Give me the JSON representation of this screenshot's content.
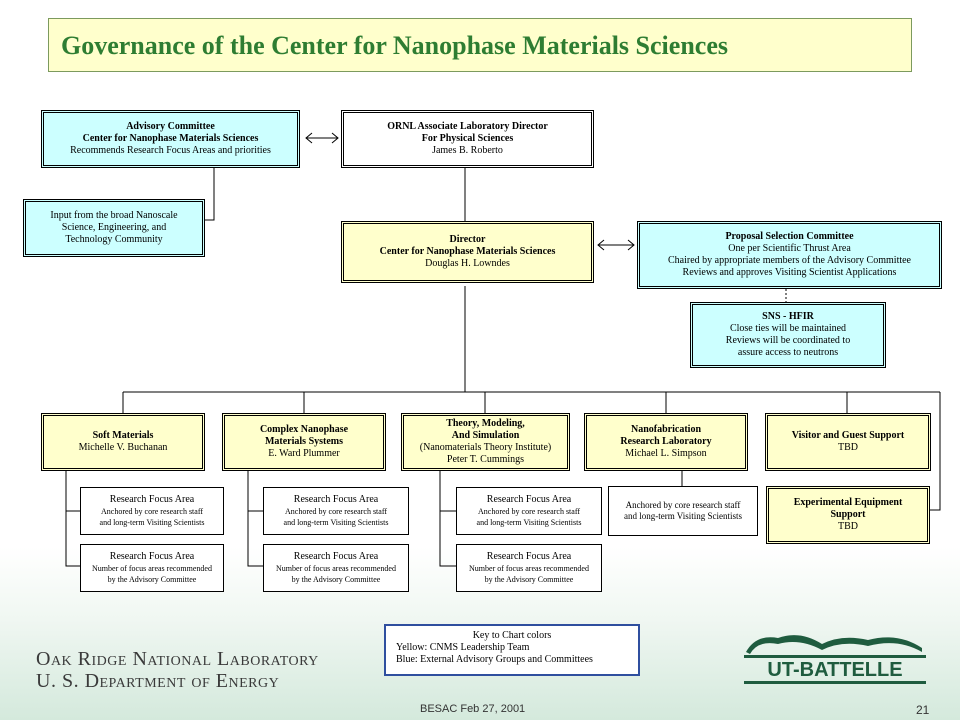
{
  "title": "Governance of the Center for Nanophase Materials Sciences",
  "advisory": [
    "Advisory Committee",
    "Center for Nanophase Materials Sciences",
    "Recommends Research Focus Areas and priorities"
  ],
  "input_box": [
    "Input from the broad Nanoscale",
    "Science, Engineering, and",
    "Technology Community"
  ],
  "ornl_director": [
    "ORNL Associate Laboratory Director",
    "For Physical Sciences",
    "James B. Roberto"
  ],
  "director": [
    "Director",
    "Center for Nanophase Materials Sciences",
    "Douglas H. Lowndes"
  ],
  "proposal": [
    "Proposal Selection Committee",
    "One per Scientific Thrust Area",
    "Chaired by appropriate members of the Advisory Committee",
    "Reviews and approves Visiting Scientist Applications"
  ],
  "sns": [
    "SNS - HFIR",
    "Close ties will be maintained",
    "Reviews will be coordinated to",
    "assure access to neutrons"
  ],
  "thrusts": [
    {
      "lines": [
        "Soft Materials",
        "Michelle V. Buchanan"
      ]
    },
    {
      "lines": [
        "Complex Nanophase",
        "Materials Systems",
        "E. Ward Plummer"
      ]
    },
    {
      "lines": [
        "Theory, Modeling,",
        "And Simulation",
        "(Nanomaterials Theory Institute)",
        "Peter T. Cummings"
      ]
    },
    {
      "lines": [
        "Nanofabrication",
        "Research Laboratory",
        "Michael L. Simpson"
      ]
    },
    {
      "lines": [
        "Visitor and Guest Support",
        "TBD"
      ]
    }
  ],
  "rfa_anchored": [
    "Research Focus Area",
    "Anchored by core research staff",
    "and long-term Visiting Scientists"
  ],
  "rfa_number": [
    "Research Focus Area",
    "Number of focus areas recommended",
    "by the Advisory Committee"
  ],
  "nanofab_anchored": [
    "Anchored by core research staff",
    "and long-term Visiting Scientists"
  ],
  "experimental": [
    "Experimental Equipment",
    "Support",
    "TBD"
  ],
  "key": {
    "title": "Key to Chart colors",
    "yellow": "Yellow: CNMS Leadership Team",
    "blue": "Blue:  External Advisory Groups and Committees"
  },
  "ornl_logo": [
    "Oak Ridge National Laboratory",
    "U. S. Department of Energy"
  ],
  "ut_logo": "UT-BATTELLE",
  "footer": "BESAC  Feb 27, 2001",
  "page_number": "21",
  "colors": {
    "title_green": "#2e7d32",
    "yellow": "#ffffcc",
    "cyan": "#ccffff",
    "key_border": "#2f4f9f"
  }
}
